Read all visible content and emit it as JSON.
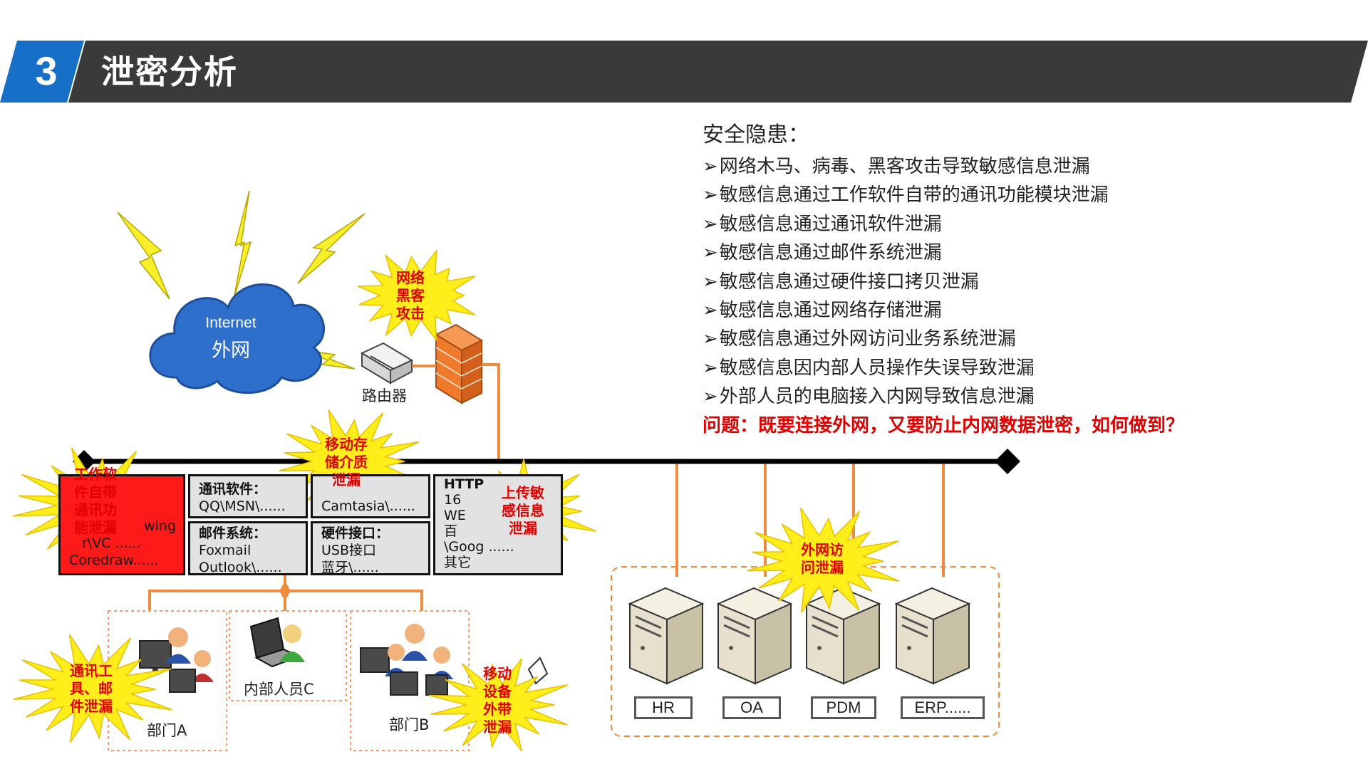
{
  "header": {
    "number": "3",
    "title": "泄密分析",
    "bar_color": "#3a3a3a",
    "accent_color": "#1670c8"
  },
  "risks": {
    "title": "安全隐患：",
    "items": [
      "网络木马、病毒、黑客攻击导致敏感信息泄漏",
      "敏感信息通过工作软件自带的通讯功能模块泄漏",
      "敏感信息通过通讯软件泄漏",
      "敏感信息通过邮件系统泄漏",
      "敏感信息通过硬件接口拷贝泄漏",
      "敏感信息通过网络存储泄漏",
      "敏感信息通过外网访问业务系统泄漏",
      "敏感信息因内部人员操作失误导致泄漏",
      "外部人员的电脑接入内网导致信息泄漏"
    ],
    "question": "问题：既要连接外网，又要防止内网数据泄密，如何做到？"
  },
  "network": {
    "cloud_line1": "Internet",
    "cloud_line2": "外网",
    "router_label": "路由器",
    "firewall_icon": "firewall-icon",
    "router_icon": "router-icon",
    "cloud_icon": "cloud-icon",
    "lightning_icon": "lightning-icon"
  },
  "software": {
    "box1_lines": [
      "wing",
      "r\\VC ......",
      "Coredraw......"
    ],
    "box2_title": "通讯软件：",
    "box2_line": "QQ\\MSN\\......",
    "box3_line": "Camtasia\\......",
    "box4_title": "邮件系统：",
    "box4_lines": [
      "Foxmail",
      "Outlook\\......"
    ],
    "box5_title": "硬件接口：",
    "box5_lines": [
      "USB接口",
      "蓝牙\\......"
    ],
    "box6_lines": [
      "HTTP",
      "16",
      "WE",
      "百",
      "\\Goog ......",
      "其它"
    ]
  },
  "departments": {
    "dept_a": "部门A",
    "person_c": "内部人员C",
    "dept_b": "部门B"
  },
  "servers": [
    "HR",
    "OA",
    "PDM",
    "ERP......"
  ],
  "bursts": {
    "hacker": [
      "网络",
      "黑客",
      "攻击"
    ],
    "storage": [
      "移动存",
      "储介质",
      "泄漏"
    ],
    "worksoft": [
      "工作软",
      "件自带",
      "通讯功",
      "能泄漏"
    ],
    "upload": [
      "上传敏",
      "感信息",
      "泄漏"
    ],
    "external": [
      "外网访",
      "问泄漏"
    ],
    "tools": [
      "通讯工",
      "具、邮",
      "件泄漏"
    ],
    "mobile": [
      "移动",
      "设备",
      "外带",
      "泄漏"
    ]
  },
  "colors": {
    "line": "#f08a3c",
    "burst_fill": "#ffee1a",
    "burst_text": "#e00000",
    "bus": "#000000"
  }
}
